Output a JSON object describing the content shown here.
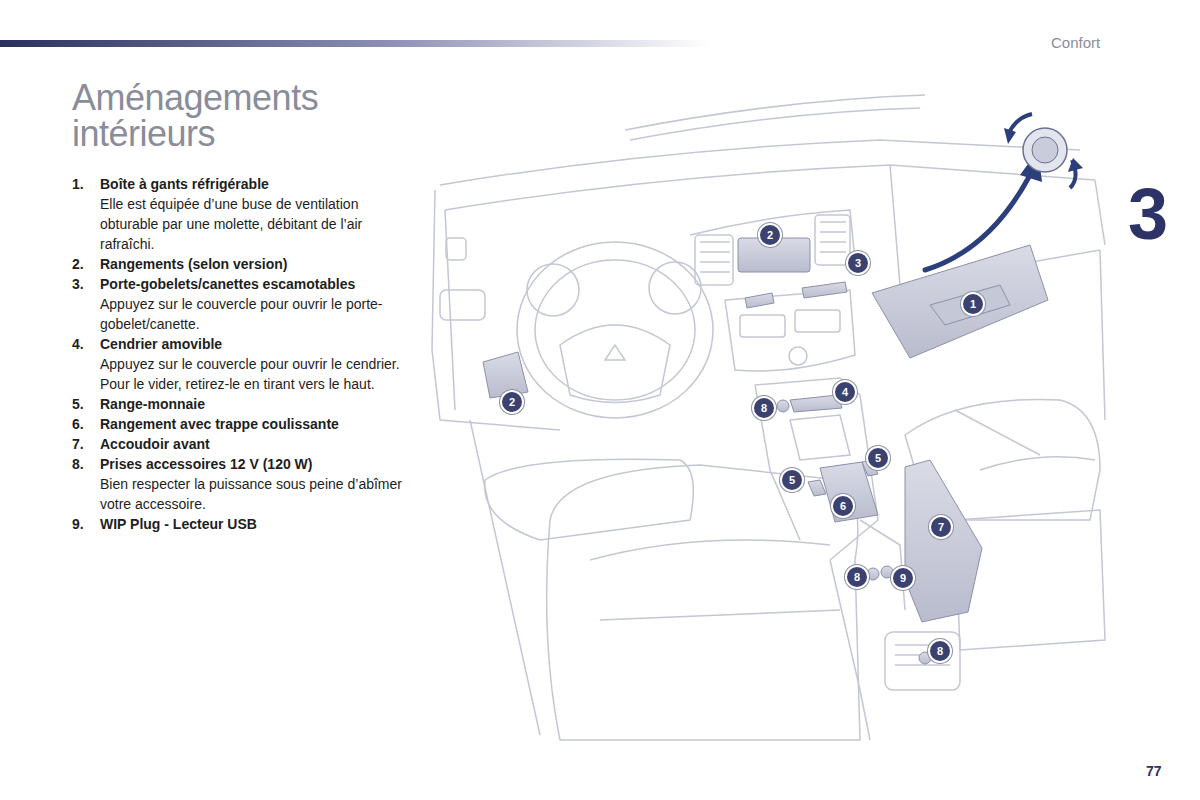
{
  "diagram": {
    "title": "Aménagements intérieurs",
    "labels": [
      "Confort",
      "3",
      "77",
      "1.",
      "Boîte à gants réfrigérable",
      "Elle est équipée d’une buse de ventilation obturable par une molette, débitant de l’air rafraîchi.",
      "2.",
      "Rangements (selon version)",
      "3.",
      "Porte-gobelets/canettes escamotables",
      "Appuyez sur le couvercle pour ouvrir le porte-gobelet/canette.",
      "4.",
      "Cendrier amovible",
      "Appuyez sur le couvercle pour ouvrir le cendrier.",
      "Pour le vider, retirez-le en tirant vers le haut.",
      "5.",
      "Range-monnaie",
      "6.",
      "Rangement avec trappe coulissante",
      "7.",
      "Accoudoir avant",
      "8.",
      "Prises accessoires 12 V (120 W)",
      "Bien respecter la puissance sous peine d’abîmer votre accessoire.",
      "9.",
      "WIP Plug - Lecteur USB",
      "2",
      "3",
      "1",
      "2",
      "8",
      "4",
      "5",
      "5",
      "6",
      "7",
      "8",
      "9",
      "8"
    ]
  }
}
